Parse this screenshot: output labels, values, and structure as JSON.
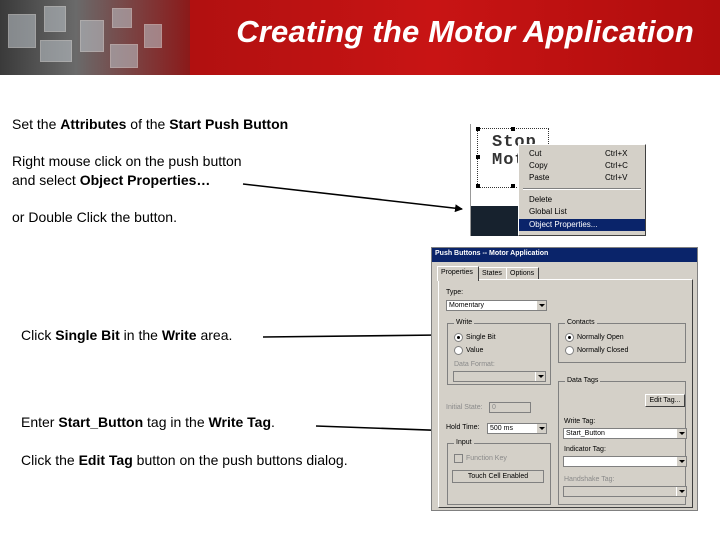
{
  "slide": {
    "title": "Creating the Motor Application",
    "line1_pre": "Set the ",
    "line1_b1": "Attributes",
    "line1_mid": " of the ",
    "line1_b2": "Start Push Button",
    "line2": "Right mouse click on the push button",
    "line3_pre": "and select ",
    "line3_b": "Object Properties…",
    "line4": "or Double Click the button.",
    "line5_pre": "Click ",
    "line5_b1": "Single Bit",
    "line5_mid": " in the ",
    "line5_b2": "Write",
    "line5_post": " area.",
    "line6_pre": "Enter ",
    "line6_b1": "Start_Button",
    "line6_mid": " tag in the ",
    "line6_b2": "Write Tag",
    "line6_post": ".",
    "line7_pre": "Click the ",
    "line7_b": "Edit Tag",
    "line7_post": " button on the push buttons dialog."
  },
  "stop_button": {
    "line1": "Stop",
    "line2": "Mot"
  },
  "context_menu": {
    "cut": "Cut",
    "cut_key": "Ctrl+X",
    "copy": "Copy",
    "copy_key": "Ctrl+C",
    "paste": "Paste",
    "paste_key": "Ctrl+V",
    "delete": "Delete",
    "global_list": "Global List",
    "object_properties": "Object Properties..."
  },
  "dialog": {
    "title": "Push Buttons -- Motor Application",
    "tabs": [
      "Properties",
      "States",
      "Options"
    ],
    "type_label": "Type:",
    "type_value": "Momentary",
    "write_group": "Write",
    "single_bit": "Single Bit",
    "value": "Value",
    "data_format": "Data Format:",
    "initial_state": "Initial State:",
    "initial_state_value": "0",
    "hold_time": "Hold Time:",
    "hold_time_value": "500 ms",
    "input_group": "Input",
    "function_key": "Function Key",
    "touch_cell": "Touch Cell Enabled",
    "contacts_group": "Contacts",
    "normally_open": "Normally Open",
    "normally_closed": "Normally Closed",
    "data_tags_group": "Data Tags",
    "edit_tag": "Edit Tag...",
    "write_tag": "Write Tag:",
    "write_tag_value": "Start_Button",
    "indicator_tag": "Indicator Tag:",
    "handshake_tag": "Handshake Tag:"
  }
}
